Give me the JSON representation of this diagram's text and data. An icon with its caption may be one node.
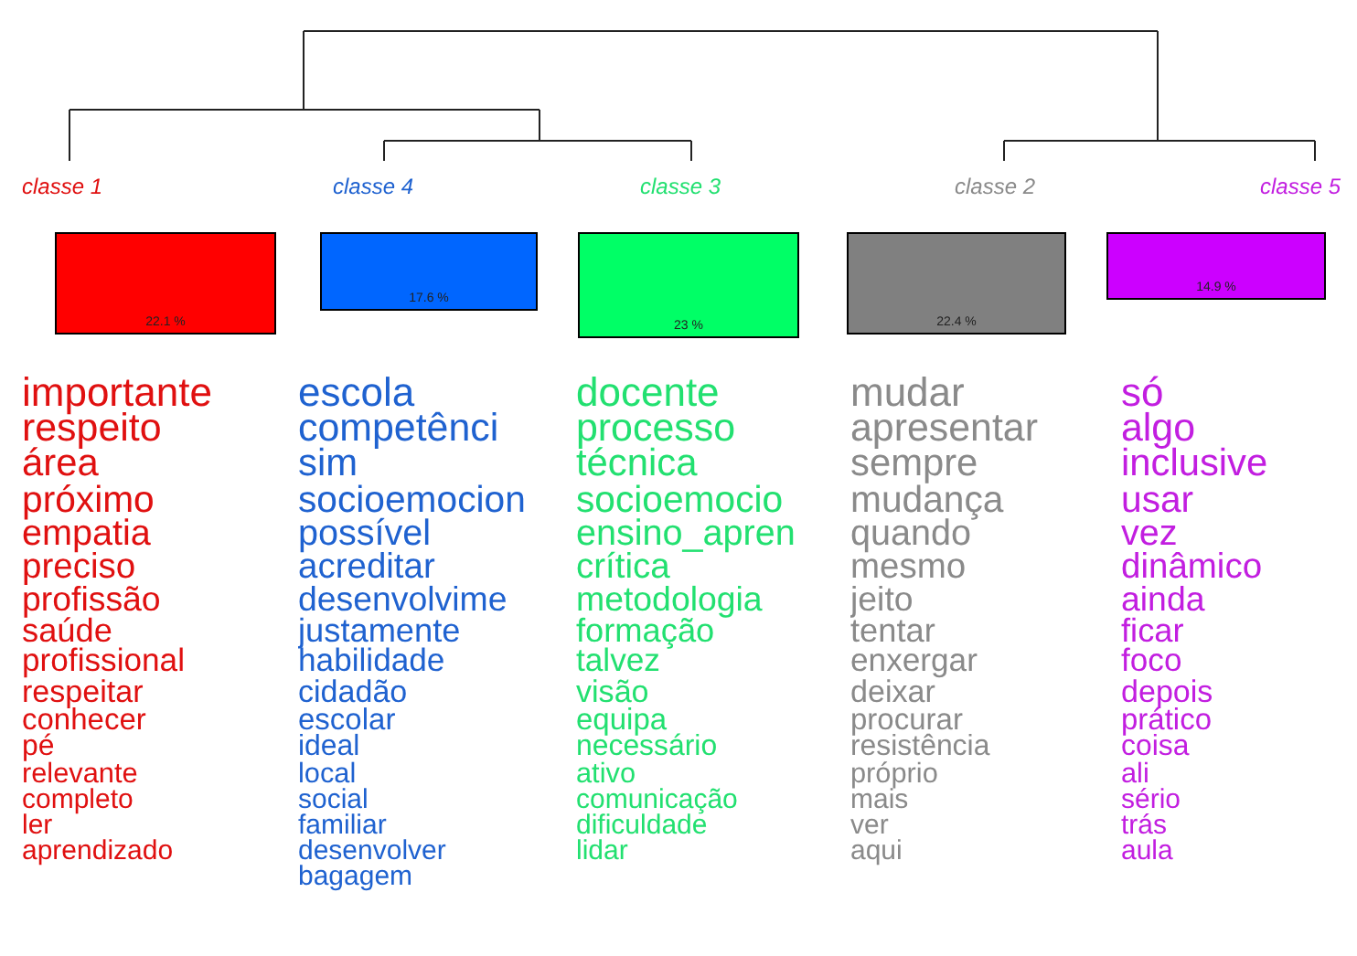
{
  "diagram": {
    "nodes": [
      {
        "text": [
          "classe 1",
          "22.1 %"
        ],
        "beside": [
          "importante",
          "respeito",
          "área",
          "próximo",
          "empatia",
          "preciso",
          "profissão",
          "saúde",
          "profissional",
          "respeitar",
          "conhecer",
          "pé",
          "relevante",
          "completo",
          "ler",
          "aprendizado"
        ]
      },
      {
        "text": [
          "classe 4",
          "17.6 %"
        ],
        "beside": [
          "escola",
          "competênci",
          "sim",
          "socioemocion",
          "possível",
          "acreditar",
          "desenvolvime",
          "justamente",
          "habilidade",
          "cidadão",
          "escolar",
          "ideal",
          "local",
          "social",
          "familiar",
          "desenvolver",
          "bagagem"
        ]
      },
      {
        "text": [
          "classe 3",
          "23 %"
        ],
        "beside": [
          "docente",
          "processo",
          "técnica",
          "socioemocio",
          "ensino_apren",
          "crítica",
          "metodologia",
          "formação",
          "talvez",
          "visão",
          "equipa",
          "necessário",
          "ativo",
          "comunicação",
          "dificuldade",
          "lidar"
        ]
      },
      {
        "text": [
          "classe 2",
          "22.4 %"
        ],
        "beside": [
          "mudar",
          "apresentar",
          "sempre",
          "mudança",
          "quando",
          "mesmo",
          "jeito",
          "tentar",
          "enxergar",
          "deixar",
          "procurar",
          "resistência",
          "próprio",
          "mais",
          "ver",
          "aqui"
        ]
      },
      {
        "text": [
          "classe 5",
          "14.9 %"
        ],
        "beside": [
          "só",
          "algo",
          "inclusive",
          "usar",
          "vez",
          "dinâmico",
          "ainda",
          "ficar",
          "foco",
          "depois",
          "prático",
          "coisa",
          "ali",
          "sério",
          "trás",
          "aula"
        ]
      }
    ]
  }
}
